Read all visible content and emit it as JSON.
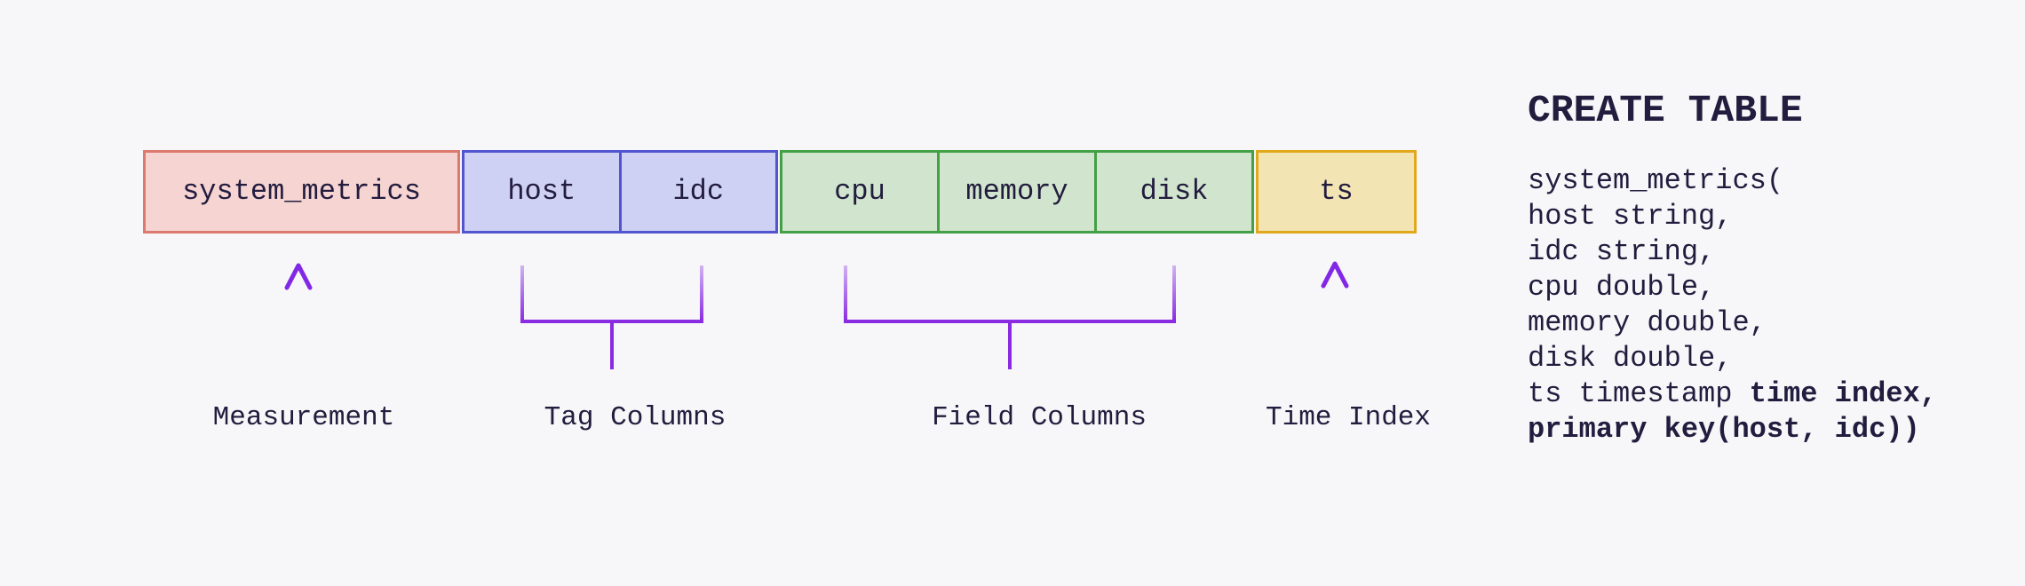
{
  "colors": {
    "background": "#f7f6f8",
    "ink": "#221c3e",
    "accent_purple": "#8a2be2",
    "accent_purple_light": "#d2b8f2",
    "measurement_fill": "#f5d4d2",
    "measurement_border": "#dd7a6e",
    "tag_fill": "#ced0f4",
    "tag_border": "#5355d0",
    "field_fill": "#d0e4ce",
    "field_border": "#43a046",
    "time_fill": "#f3e4b4",
    "time_border": "#e2a81c"
  },
  "schema_bar": {
    "measurement": {
      "label": "system_metrics",
      "annotation": "Measurement"
    },
    "tags": {
      "columns": [
        "host",
        "idc"
      ],
      "annotation": "Tag Columns"
    },
    "fields": {
      "columns": [
        "cpu",
        "memory",
        "disk"
      ],
      "annotation": "Field Columns"
    },
    "time": {
      "label": "ts",
      "annotation": "Time Index"
    }
  },
  "sql": {
    "heading": "CREATE TABLE",
    "lines": [
      {
        "normal": "system_metrics("
      },
      {
        "normal": "host string,"
      },
      {
        "normal": "idc string,"
      },
      {
        "normal": "cpu double,"
      },
      {
        "normal": "memory double,"
      },
      {
        "normal": "disk double,"
      },
      {
        "normal": "ts timestamp ",
        "bold": "time index,"
      },
      {
        "bold": "primary key(host, idc))"
      }
    ]
  }
}
